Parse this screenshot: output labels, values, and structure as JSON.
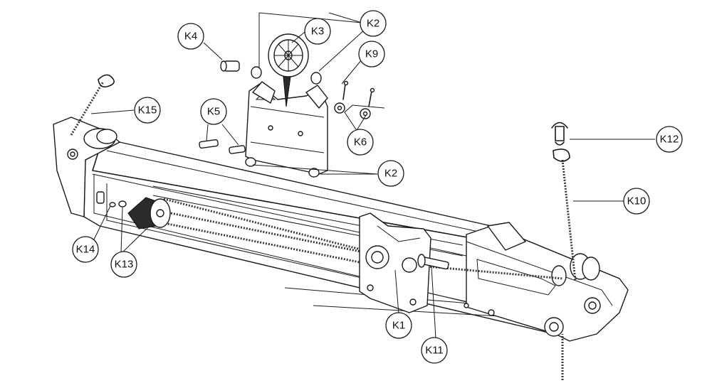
{
  "callouts": {
    "k1": "K1",
    "k2_top": "K2",
    "k2_bottom": "K2",
    "k3": "K3",
    "k4": "K4",
    "k5": "K5",
    "k6": "K6",
    "k9": "K9",
    "k10": "K10",
    "k11": "K11",
    "k12": "K12",
    "k13": "K13",
    "k14": "K14",
    "k15": "K15"
  },
  "colors": {
    "ink": "#1a1a1a",
    "paper": "#ffffff"
  }
}
